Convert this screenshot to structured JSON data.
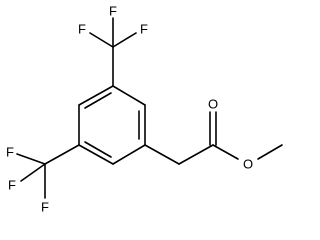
{
  "molecule": {
    "atoms": [
      {
        "label": "F"
      },
      {
        "label": "F"
      },
      {
        "label": "F"
      },
      {
        "label": "F"
      },
      {
        "label": "F"
      },
      {
        "label": "F"
      },
      {
        "label": "O"
      },
      {
        "label": "O"
      }
    ]
  },
  "colors": {
    "bond": "#000000",
    "label": "#000000",
    "background": "#ffffff"
  }
}
